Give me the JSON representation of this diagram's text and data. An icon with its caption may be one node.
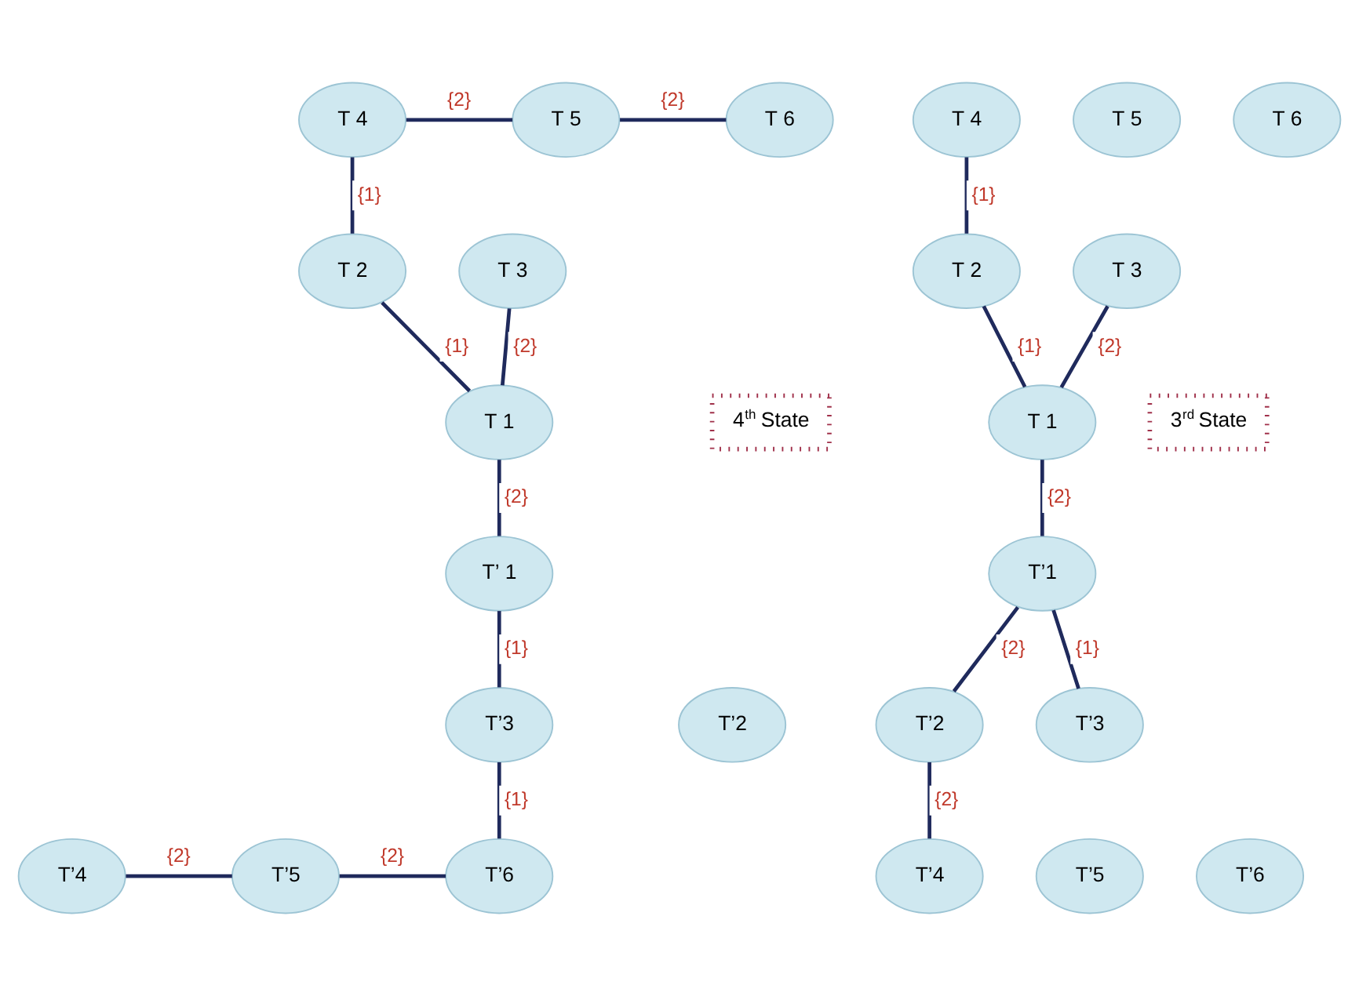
{
  "diagram": {
    "nodes": [
      {
        "text": [
          "T 4"
        ]
      },
      {
        "text": [
          "T 5"
        ]
      },
      {
        "text": [
          "T 6"
        ]
      },
      {
        "text": [
          "T 2"
        ]
      },
      {
        "text": [
          "T 3"
        ]
      },
      {
        "text": [
          "T 1"
        ]
      },
      {
        "text": [
          "4$^{th}$ State"
        ]
      },
      {
        "text": [
          "T’ 1"
        ]
      },
      {
        "text": [
          "T’2"
        ]
      },
      {
        "text": [
          "T’3"
        ]
      },
      {
        "text": [
          "T’4"
        ]
      },
      {
        "text": [
          "T’5"
        ]
      },
      {
        "text": [
          "T’6"
        ]
      },
      {
        "text": [
          "T 4"
        ]
      },
      {
        "text": [
          "T 5"
        ]
      },
      {
        "text": [
          "T 6"
        ]
      },
      {
        "text": [
          "T 2"
        ]
      },
      {
        "text": [
          "T 3"
        ]
      },
      {
        "text": [
          "T 1"
        ]
      },
      {
        "text": [
          "3$^{rd}$ State"
        ]
      },
      {
        "text": [
          "T’1"
        ]
      },
      {
        "text": [
          "T’2"
        ]
      },
      {
        "text": [
          "T’3"
        ]
      },
      {
        "text": [
          "T’4"
        ]
      },
      {
        "text": [
          "T’5"
        ]
      },
      {
        "text": [
          "T’6"
        ]
      }
    ],
    "edges": [
      {
        "from": 0,
        "to": 1,
        "arrow": "none",
        "label": "{2}"
      },
      {
        "from": 1,
        "to": 2,
        "arrow": "none",
        "label": "{2}"
      },
      {
        "from": 0,
        "to": 3,
        "arrow": "none",
        "label": "{1}"
      },
      {
        "from": 3,
        "to": 5,
        "arrow": "none",
        "label": "{1}"
      },
      {
        "from": 4,
        "to": 5,
        "arrow": "none",
        "label": "{2}"
      },
      {
        "from": 5,
        "to": 7,
        "arrow": "none",
        "label": "{2}"
      },
      {
        "from": 7,
        "to": 9,
        "arrow": "none",
        "label": "{1}"
      },
      {
        "from": 9,
        "to": 12,
        "arrow": "none",
        "label": "{1}"
      },
      {
        "from": 10,
        "to": 11,
        "arrow": "none",
        "label": "{2}"
      },
      {
        "from": 11,
        "to": 12,
        "arrow": "none",
        "label": "{2}"
      },
      {
        "from": 13,
        "to": 16,
        "arrow": "none",
        "label": "{1}"
      },
      {
        "from": 16,
        "to": 18,
        "arrow": "none",
        "label": "{1}"
      },
      {
        "from": 17,
        "to": 18,
        "arrow": "none",
        "label": "{2}"
      },
      {
        "from": 18,
        "to": 20,
        "arrow": "none",
        "label": "{2}"
      },
      {
        "from": 20,
        "to": 21,
        "arrow": "none",
        "label": "{2}"
      },
      {
        "from": 20,
        "to": 22,
        "arrow": "none",
        "label": "{1}"
      },
      {
        "from": 21,
        "to": 23,
        "arrow": "none",
        "label": "{2}"
      }
    ]
  }
}
